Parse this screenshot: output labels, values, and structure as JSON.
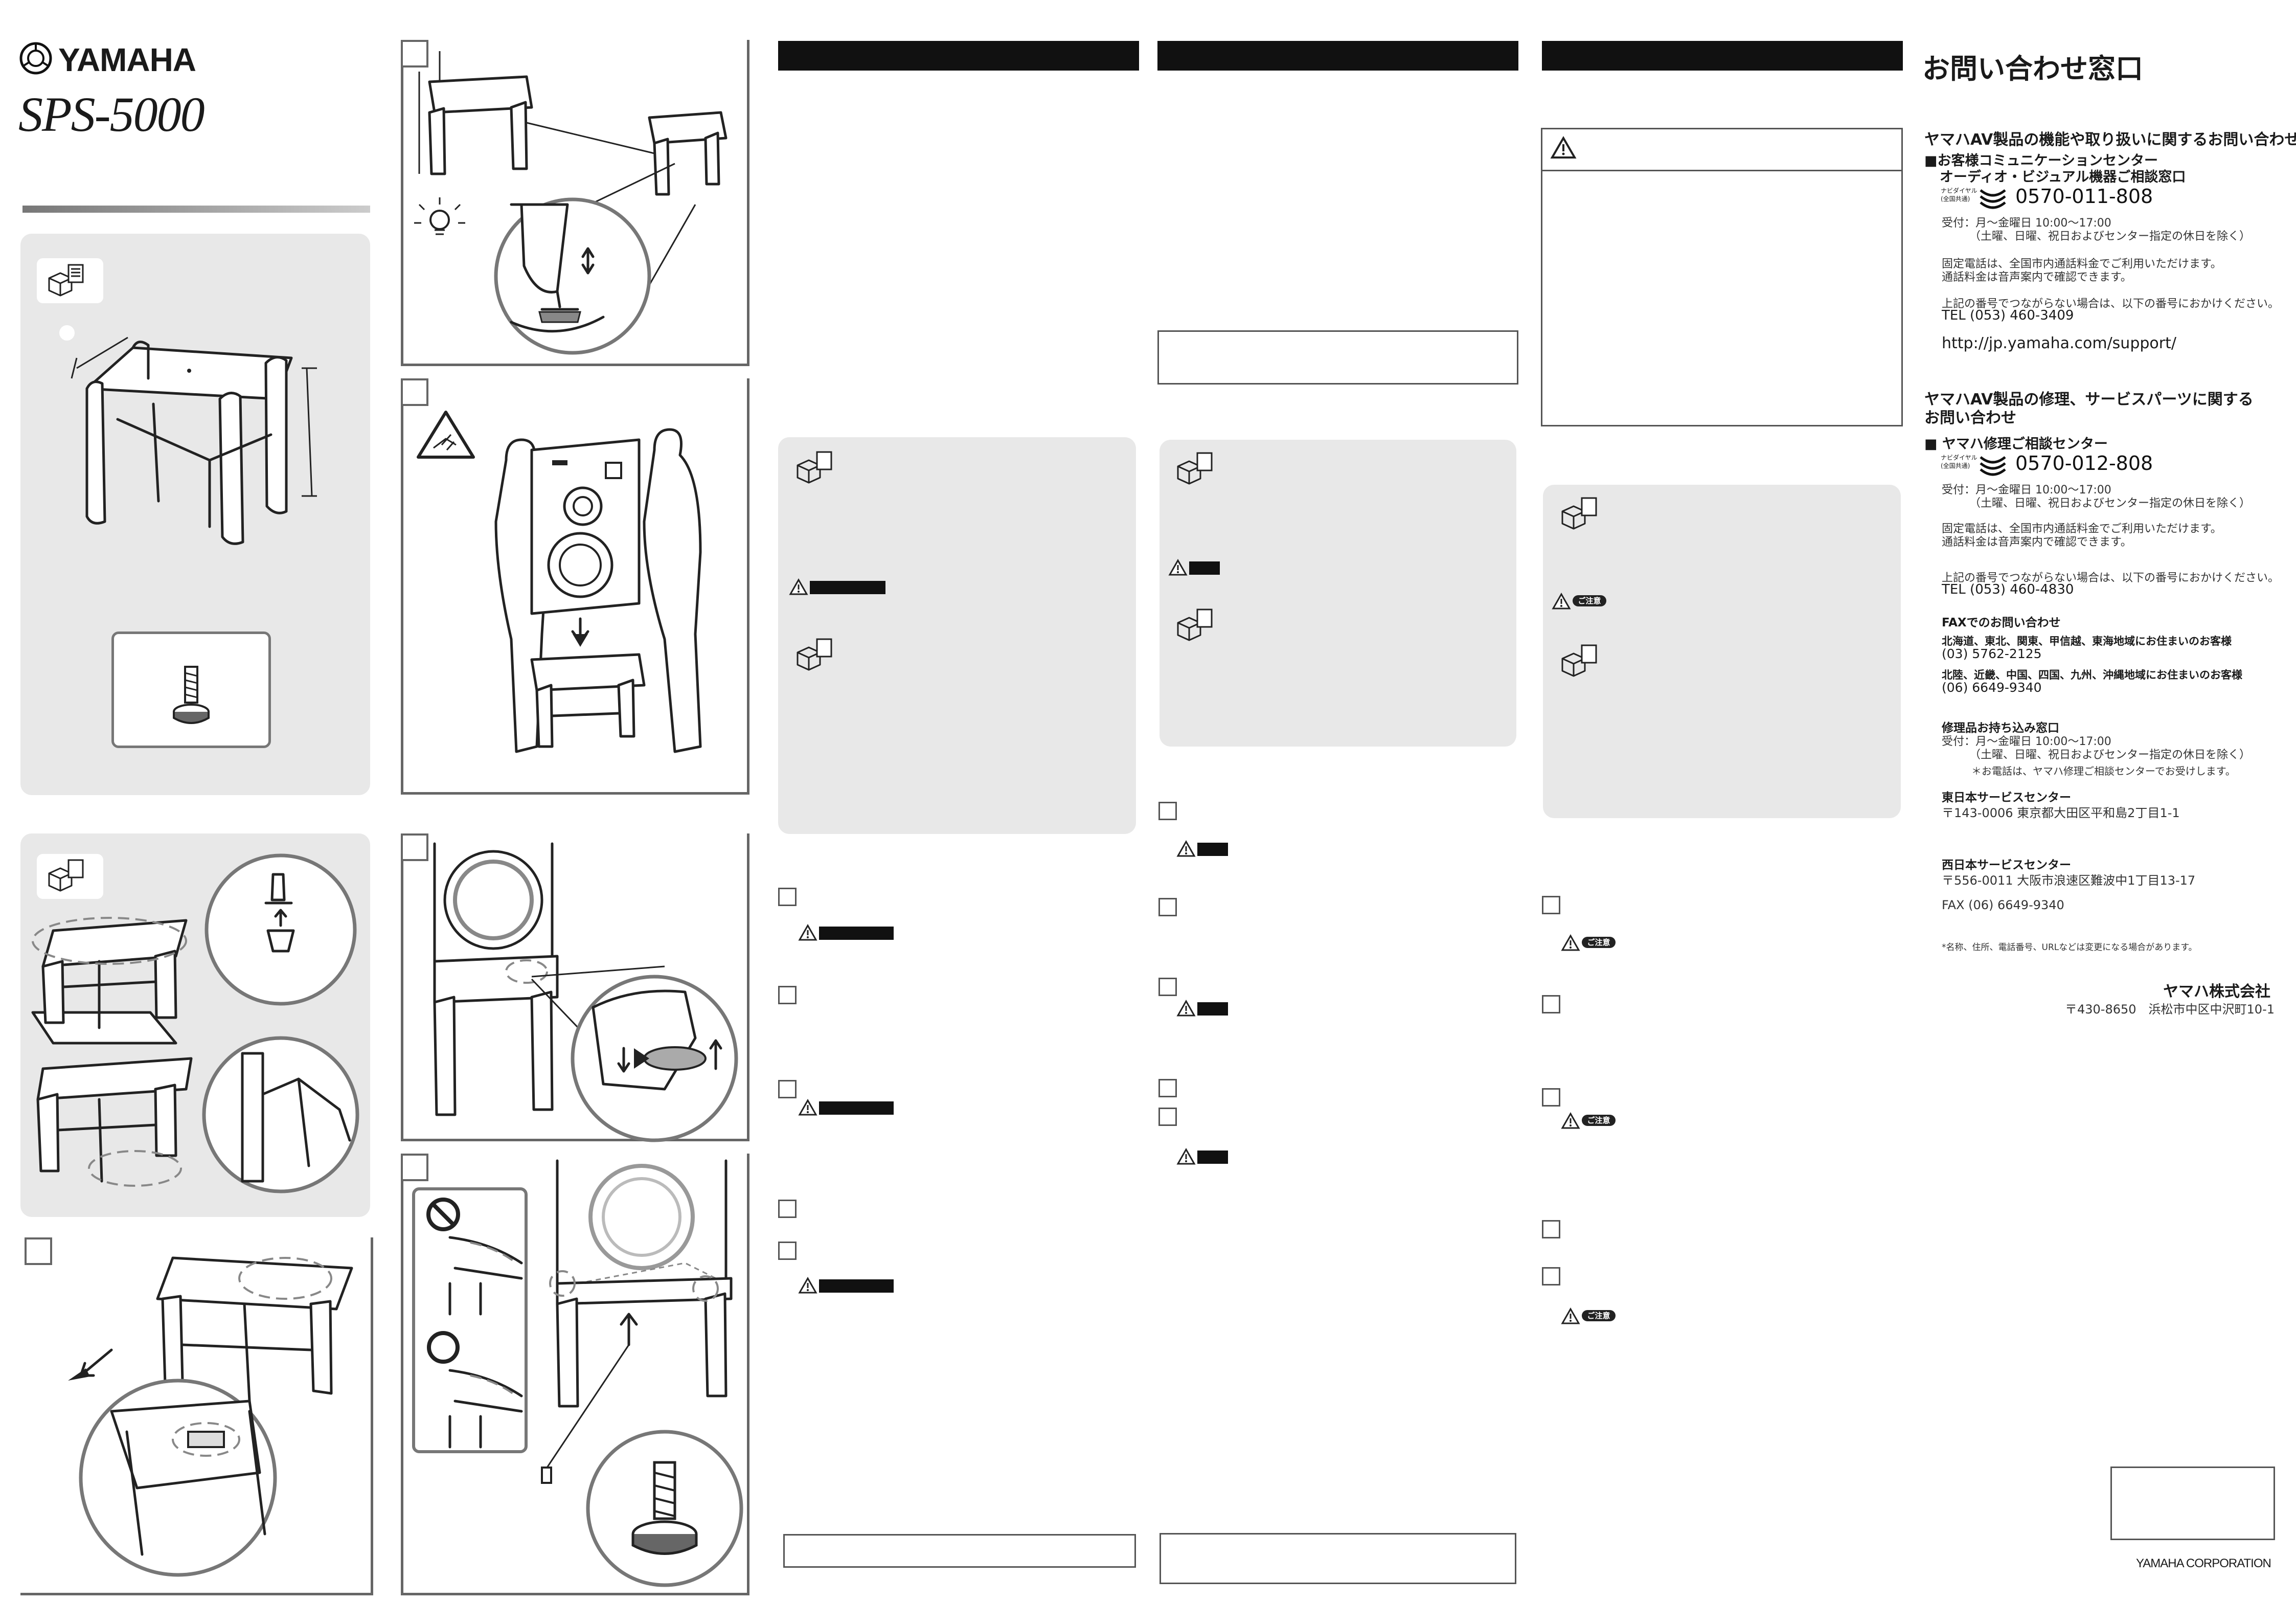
{
  "brand": {
    "name": "YAMAHA",
    "model": "SPS-5000",
    "corporation": "YAMAHA CORPORATION"
  },
  "contact": {
    "title": "お問い合わせ窓口",
    "sec1_title": "ヤマハAV製品の機能や取り扱いに関するお問い合わせ",
    "sec1_center_l1": "■お客様コミュニケーションセンター",
    "sec1_center_l2": "オーディオ・ビジュアル機器ご相談窓口",
    "navidial_l1": "ナビダイヤル",
    "navidial_l2": "(全国共通)",
    "sec1_tel": "0570-011-808",
    "sec1_hours_l1": "受付：月～金曜日 10:00～17:00",
    "sec1_hours_l2": "（土曜、日曜、祝日およびセンター指定の休日を除く）",
    "fixed_l1": "固定電話は、全国市内通話料金でご利用いただけます。",
    "fixed_l2": "通話料金は音声案内で確認できます。",
    "fallback": "上記の番号でつながらない場合は、以下の番号におかけください。",
    "sec1_tel2": "TEL (053) 460-3409",
    "url": "http://jp.yamaha.com/support/",
    "sec2_title_l1": "ヤマハAV製品の修理、サービスパーツに関する",
    "sec2_title_l2": "お問い合わせ",
    "sec2_center": "■ ヤマハ修理ご相談センター",
    "sec2_tel": "0570-012-808",
    "sec2_hours_l1": "受付：月～金曜日 10:00～17:00",
    "sec2_hours_l2": "（土曜、日曜、祝日およびセンター指定の休日を除く）",
    "sec2_fixed_l1": "固定電話は、全国市内通話料金でご利用いただけます。",
    "sec2_fixed_l2": "通話料金は音声案内で確認できます。",
    "sec2_fallback": "上記の番号でつながらない場合は、以下の番号におかけください。",
    "sec2_tel2": "TEL (053) 460-4830",
    "fax_title": "FAXでのお問い合わせ",
    "fax_east": "北海道、東北、関東、甲信越、東海地域にお住まいのお客様",
    "fax_east_no": "(03) 5762-2125",
    "fax_west": "北陸、近畿、中国、四国、九州、沖縄地域にお住まいのお客様",
    "fax_west_no": "(06) 6649-9340",
    "carry_title": "修理品お持ち込み窓口",
    "carry_hours_l1": "受付：月～金曜日 10:00～17:00",
    "carry_hours_l2": "（土曜、日曜、祝日およびセンター指定の休日を除く）",
    "carry_note": "＊お電話は、ヤマハ修理ご相談センターでお受けします。",
    "east_center": "東日本サービスセンター",
    "east_addr": "〒143-0006 東京都大田区平和島2丁目1-1",
    "west_center": "西日本サービスセンター",
    "west_addr": "〒556-0011 大阪市浪速区難波中1丁目13-17",
    "west_fax": "FAX (06) 6649-9340",
    "disclaimer": "*名称、住所、電話番号、URLなどは変更になる場合があります。",
    "company": "ヤマハ株式会社",
    "company_addr": "〒430-8650　浜松市中区中沢町10-1"
  },
  "notes": {
    "caution_label": "ご注意"
  },
  "colors": {
    "panel": "#e8e8e8",
    "bar": "#111111",
    "frame": "#666666"
  }
}
